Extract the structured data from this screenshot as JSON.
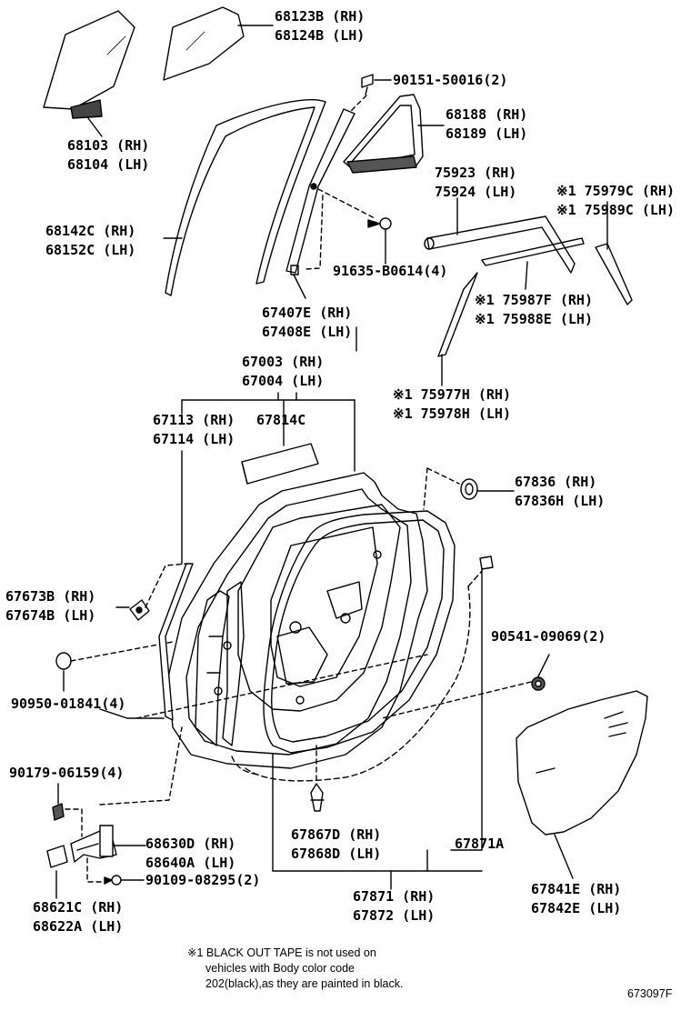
{
  "callouts": [
    {
      "id": "glass-quarter",
      "lines": [
        "68123B (RH)",
        "68124B (LH)"
      ]
    },
    {
      "id": "screw-top",
      "lines": [
        "90151-50016(2)"
      ]
    },
    {
      "id": "glass-main",
      "lines": [
        "68103 (RH)",
        "68104 (LH)"
      ]
    },
    {
      "id": "quarter-window",
      "lines": [
        "68188 (RH)",
        "68189 (LH)"
      ]
    },
    {
      "id": "run-channel",
      "lines": [
        "68142C (RH)",
        "68152C (LH)"
      ]
    },
    {
      "id": "molding-upper",
      "lines": [
        "75923 (RH)",
        "75924 (LH)"
      ]
    },
    {
      "id": "tape-rear",
      "lines": [
        "※1 75979C (RH)",
        "※1 75989C (LH)"
      ]
    },
    {
      "id": "clip-bolt",
      "lines": [
        "91635-B0614(4)"
      ]
    },
    {
      "id": "division-bar",
      "lines": [
        "67407E (RH)",
        "67408E (LH)"
      ]
    },
    {
      "id": "tape-belt",
      "lines": [
        "※1 75987F (RH)",
        "※1 75988E (LH)"
      ]
    },
    {
      "id": "door-panel",
      "lines": [
        "67003 (RH)",
        "67004 (LH)"
      ]
    },
    {
      "id": "tape-front",
      "lines": [
        "※1 75977H (RH)",
        "※1 75978H (LH)"
      ]
    },
    {
      "id": "door-weatherstrip-inner",
      "lines": [
        "67113 (RH)",
        "67114 (LH)"
      ]
    },
    {
      "id": "pad",
      "lines": [
        "67814C"
      ]
    },
    {
      "id": "hole-plug",
      "lines": [
        "67836 (RH)",
        "67836H (LH)"
      ]
    },
    {
      "id": "clip-left",
      "lines": [
        "67673B (RH)",
        "67674B (LH)"
      ]
    },
    {
      "id": "nut-right",
      "lines": [
        "90541-09069(2)"
      ]
    },
    {
      "id": "plug-left",
      "lines": [
        "90950-01841(4)"
      ]
    },
    {
      "id": "bolt-hinge",
      "lines": [
        "90179-06159(4)"
      ]
    },
    {
      "id": "hinge-upper",
      "lines": [
        "68630D (RH)",
        "68640A (LH)"
      ]
    },
    {
      "id": "clip-bottom",
      "lines": [
        "67867D (RH)",
        "67868D (LH)"
      ]
    },
    {
      "id": "weatherstrip-seal",
      "lines": [
        "67871A"
      ]
    },
    {
      "id": "bolt-hinge-lower",
      "lines": [
        "90109-08295(2)"
      ]
    },
    {
      "id": "hinge-lower",
      "lines": [
        "68621C (RH)",
        "68622A (LH)"
      ]
    },
    {
      "id": "weatherstrip",
      "lines": [
        "67871 (RH)",
        "67872 (LH)"
      ]
    },
    {
      "id": "service-cover",
      "lines": [
        "67841E (RH)",
        "67842E (LH)"
      ]
    }
  ],
  "note": {
    "lines": [
      "※1 BLACK OUT TAPE is not used on",
      "vehicles with Body color code",
      "202(black),as they are painted in black."
    ]
  },
  "illustration_code": "673097F"
}
